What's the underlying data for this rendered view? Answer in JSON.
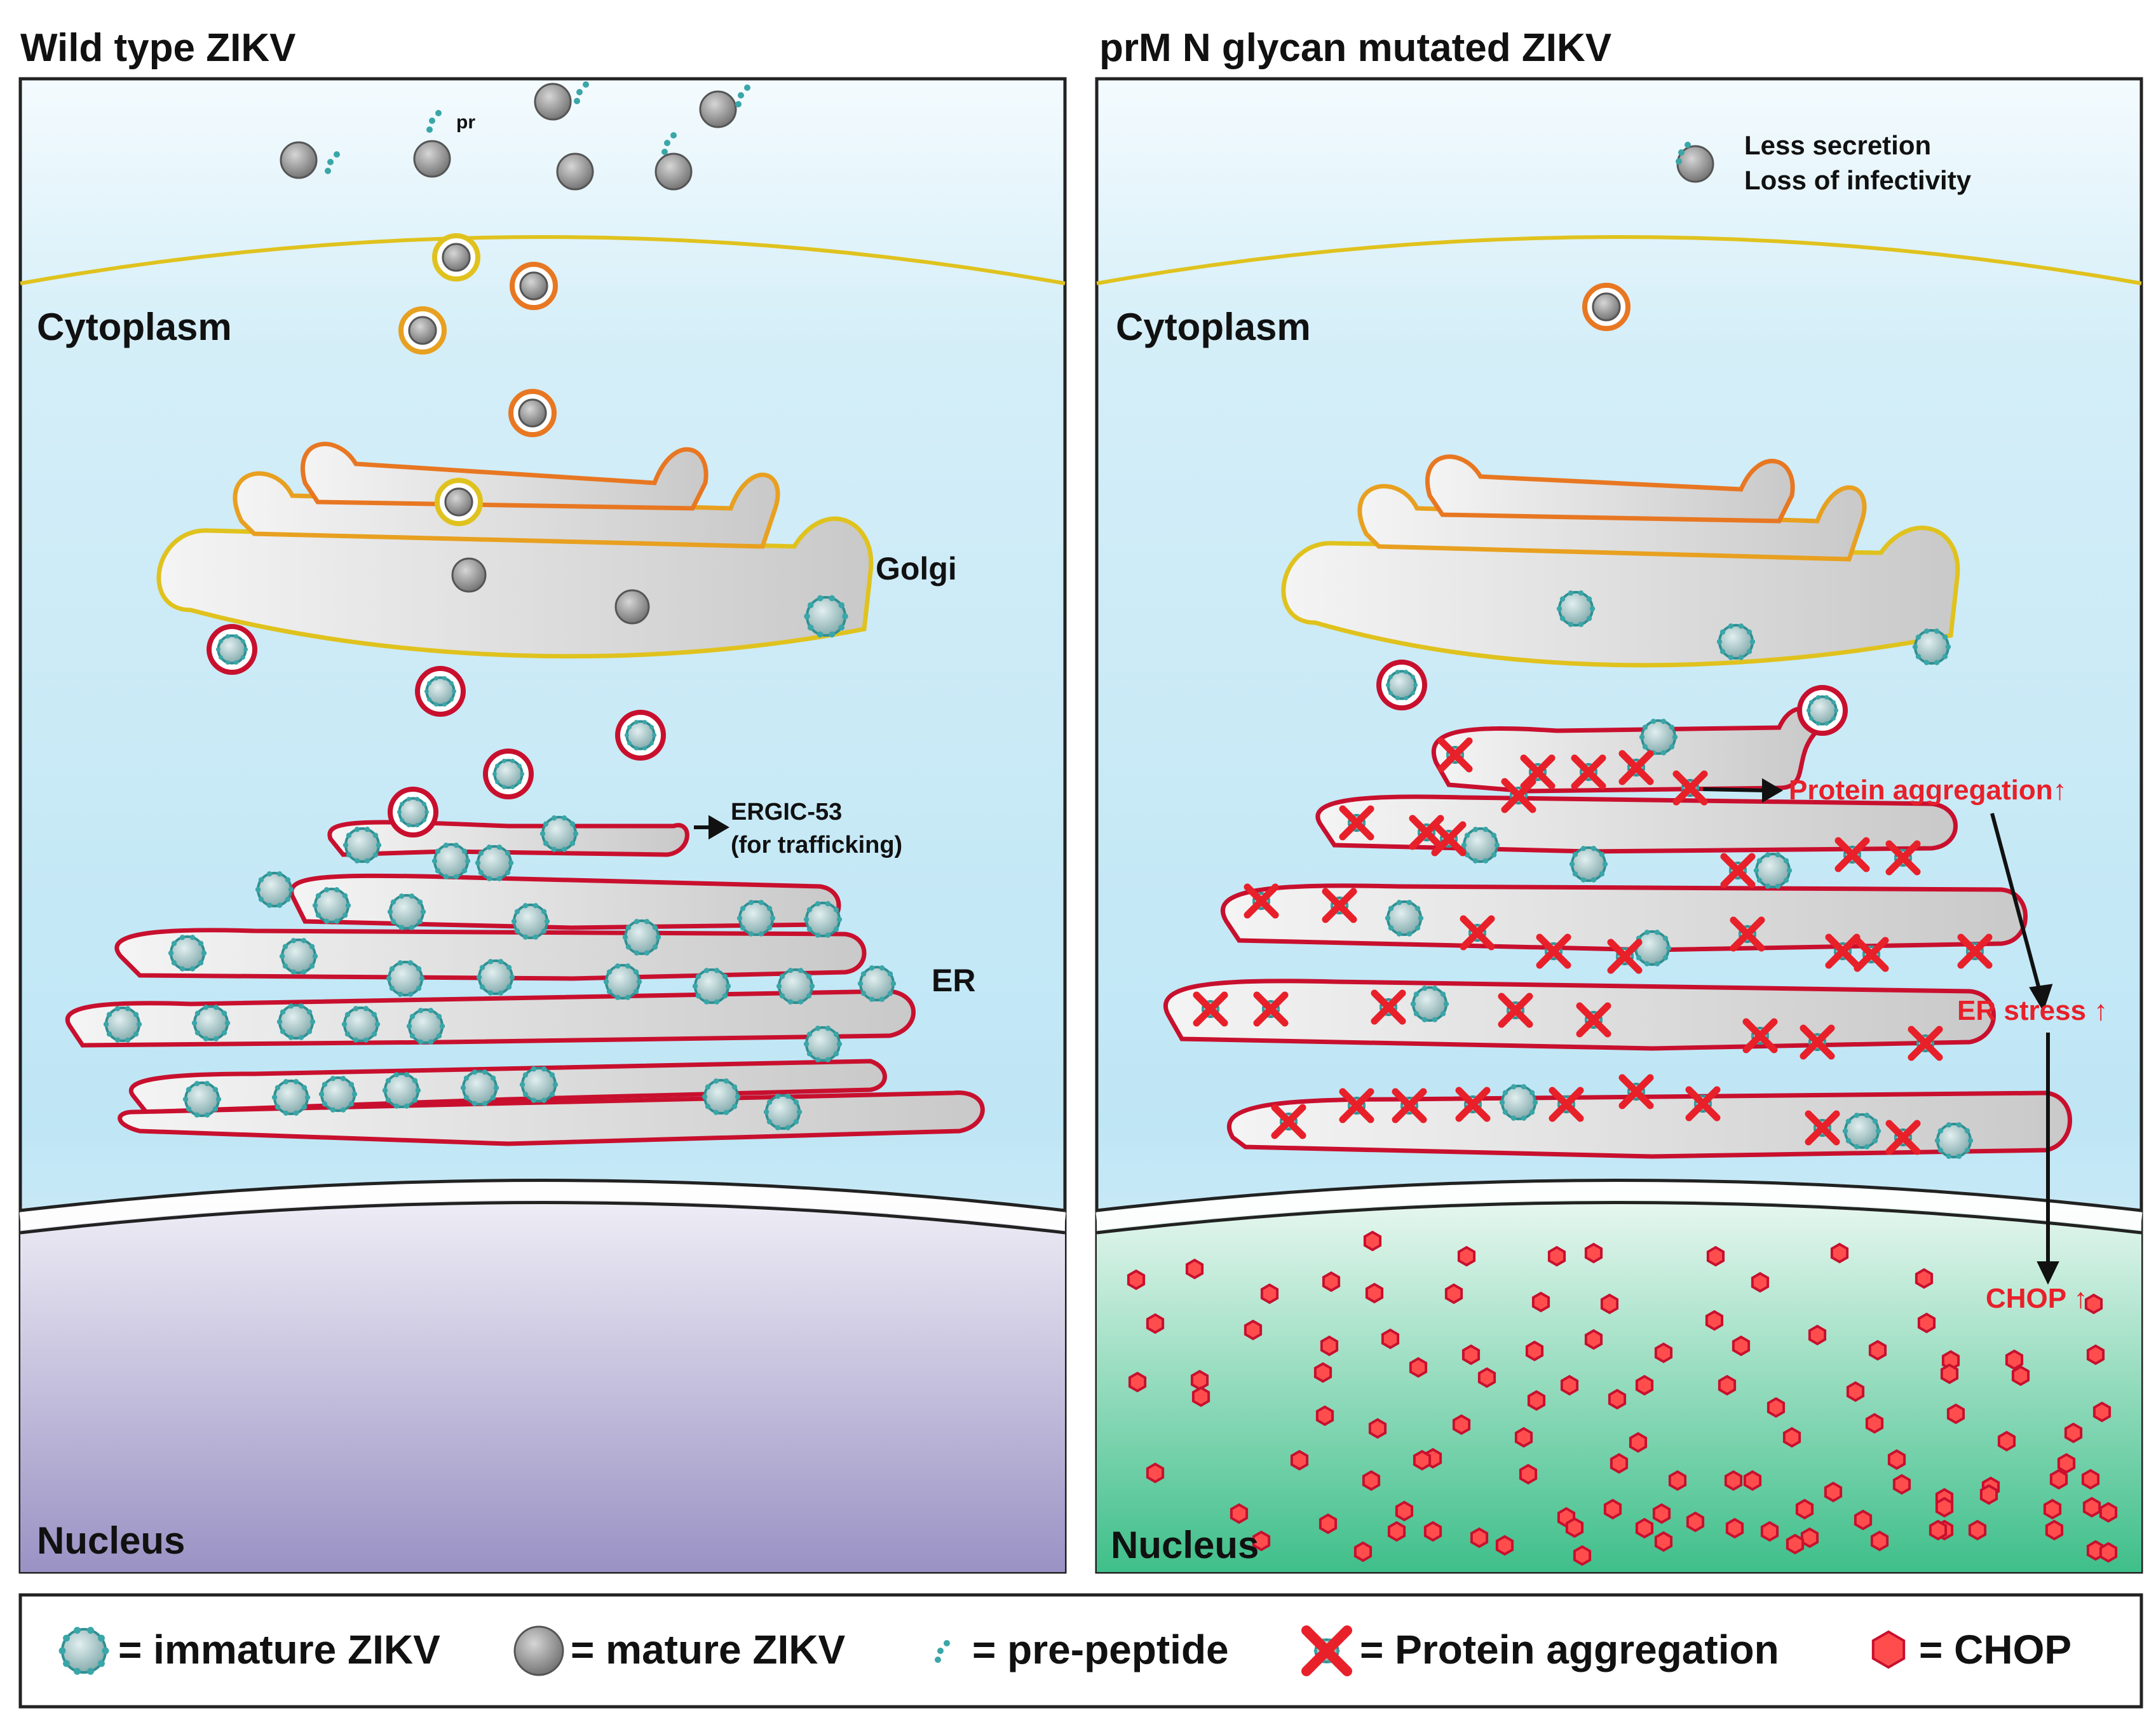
{
  "panels": {
    "left": {
      "title": "Wild type ZIKV",
      "cytoplasm": "Cytoplasm",
      "nucleus": "Nucleus",
      "golgi": "Golgi",
      "er": "ER",
      "pr_label": "pr",
      "ergic_line1": "ERGIC-53",
      "ergic_line2": "(for trafficking)"
    },
    "right": {
      "title": "prM N glycan mutated ZIKV",
      "cytoplasm": "Cytoplasm",
      "nucleus": "Nucleus",
      "secretion_line1": "Less secretion",
      "secretion_line2": "Loss of infectivity",
      "aggregation": "Protein aggregation↑",
      "er_stress": "ER stress ↑",
      "chop": "CHOP ↑"
    }
  },
  "legend": {
    "immature": "= immature ZIKV",
    "mature": "= mature ZIKV",
    "prepeptide": "= pre-peptide",
    "aggregation": "= Protein aggregation",
    "chop": "= CHOP"
  },
  "colors": {
    "er_red": "#c8102e",
    "golgi_yellow": "#f2c200",
    "golgi_orange": "#e87722",
    "cytoplasm_blue": "#bfe6f5",
    "nucleus_purple": "#9a90c4",
    "nucleus_green": "#3fbf8a",
    "virus_teal": "#3aa6a8",
    "virus_gray": "#8a8a8a",
    "alert_red": "#e8202a"
  }
}
